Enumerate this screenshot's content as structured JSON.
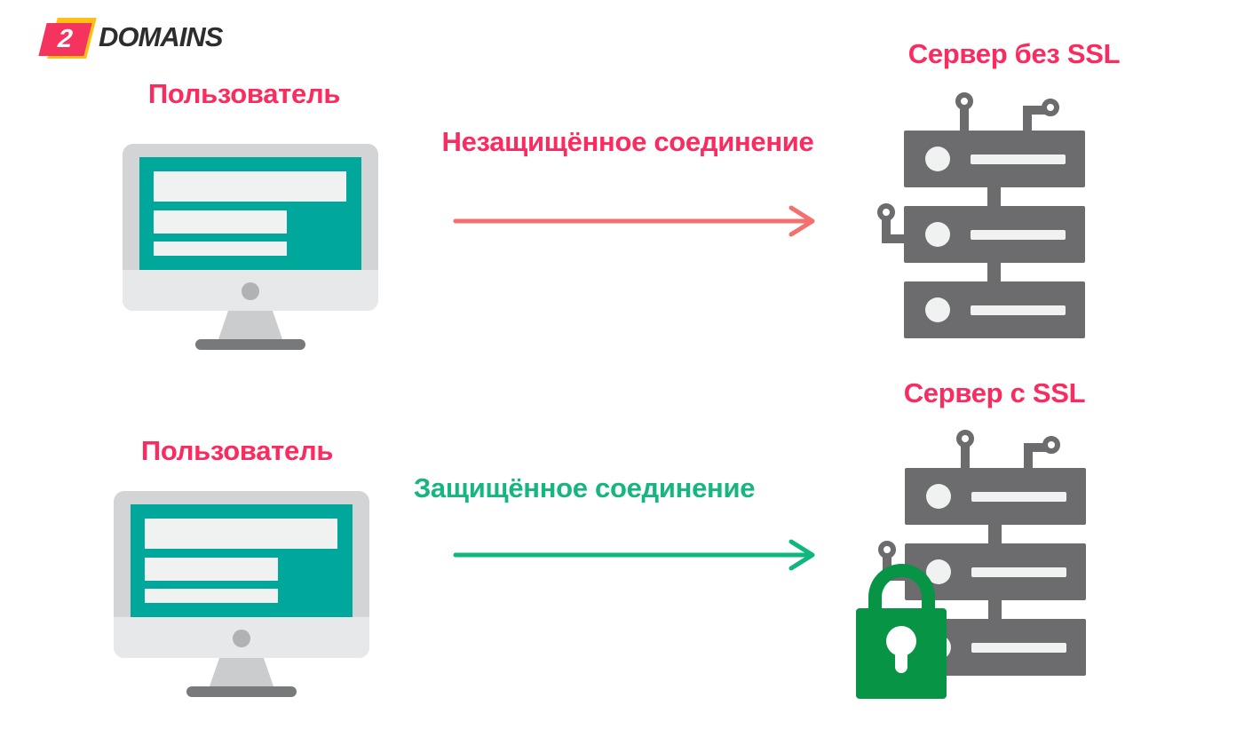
{
  "logo": {
    "mark": "2",
    "name": "DOMAINS"
  },
  "palette": {
    "title_pink": "#f92b5f",
    "arrow_salmon": "#f4706e",
    "text_green": "#17b580",
    "arrow_green": "#0fb67e",
    "lock_green": "#079445",
    "server_gray": "#6c6c6e",
    "screen_teal": "#00a89b",
    "monitor_frame_gray": "#d3d4d6",
    "logo_yellow": "#fdc113",
    "logo_pink": "#f5335f"
  },
  "icons": {
    "user_computer": "desktop-monitor-icon",
    "server": "server-stack-icon",
    "ssl_lock": "padlock-icon",
    "connection": "arrow-right-icon"
  },
  "top_flow": {
    "user_label": "Пользователь",
    "connection_label": "Незащищённое соединение",
    "server_label": "Сервер без SSL"
  },
  "bottom_flow": {
    "user_label": "Пользователь",
    "connection_label": "Защищённое соединение",
    "server_label": "Сервер с SSL"
  }
}
